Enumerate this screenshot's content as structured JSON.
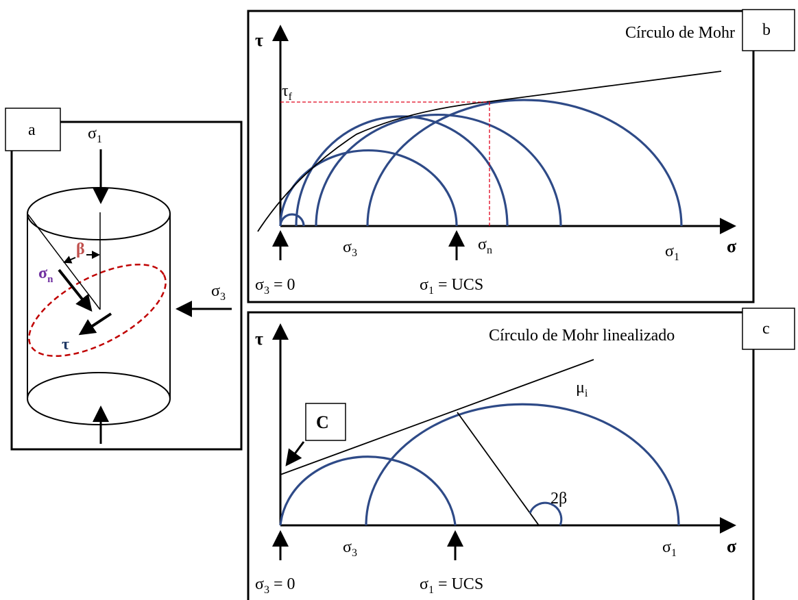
{
  "panel_a": {
    "label": "a",
    "sigma1_top": "σ",
    "sigma1_top_sub": "1",
    "sigma3_side": "σ",
    "sigma3_side_sub": "3",
    "beta": "β",
    "sigma_n": "σ",
    "sigma_n_sub": "n",
    "tau": "τ",
    "colors": {
      "beta": "#c0504d",
      "sigma_n": "#7030a0",
      "tau": "#1f3864",
      "plane": "#c00000"
    }
  },
  "panel_b": {
    "label": "b",
    "title": "Círculo de Mohr",
    "y_axis": "τ",
    "x_axis": "σ",
    "tau_f": "τ",
    "tau_f_sub": "f",
    "sigma3": "σ",
    "sigma3_sub": "3",
    "sigma_n": "σ",
    "sigma_n_sub": "n",
    "sigma1": "σ",
    "sigma1_sub": "1",
    "bottom_left": "σ",
    "bottom_left_sub": "3",
    "bottom_left_rest": " = 0",
    "bottom_mid": "σ",
    "bottom_mid_sub": "1",
    "bottom_mid_rest": " = UCS"
  },
  "panel_c": {
    "label": "c",
    "title": "Círculo de Mohr linealizado",
    "y_axis": "τ",
    "x_axis": "σ",
    "c_label": "C",
    "mu": "μ",
    "mu_sub": "i",
    "two_beta": "2β",
    "sigma3": "σ",
    "sigma3_sub": "3",
    "sigma1": "σ",
    "sigma1_sub": "1",
    "bottom_left": "σ",
    "bottom_left_sub": "3",
    "bottom_left_rest": " = 0",
    "bottom_mid": "σ",
    "bottom_mid_sub": "1",
    "bottom_mid_rest": " = UCS"
  },
  "colors": {
    "circle": "#2e4a87",
    "dashed": "#e0001a"
  }
}
